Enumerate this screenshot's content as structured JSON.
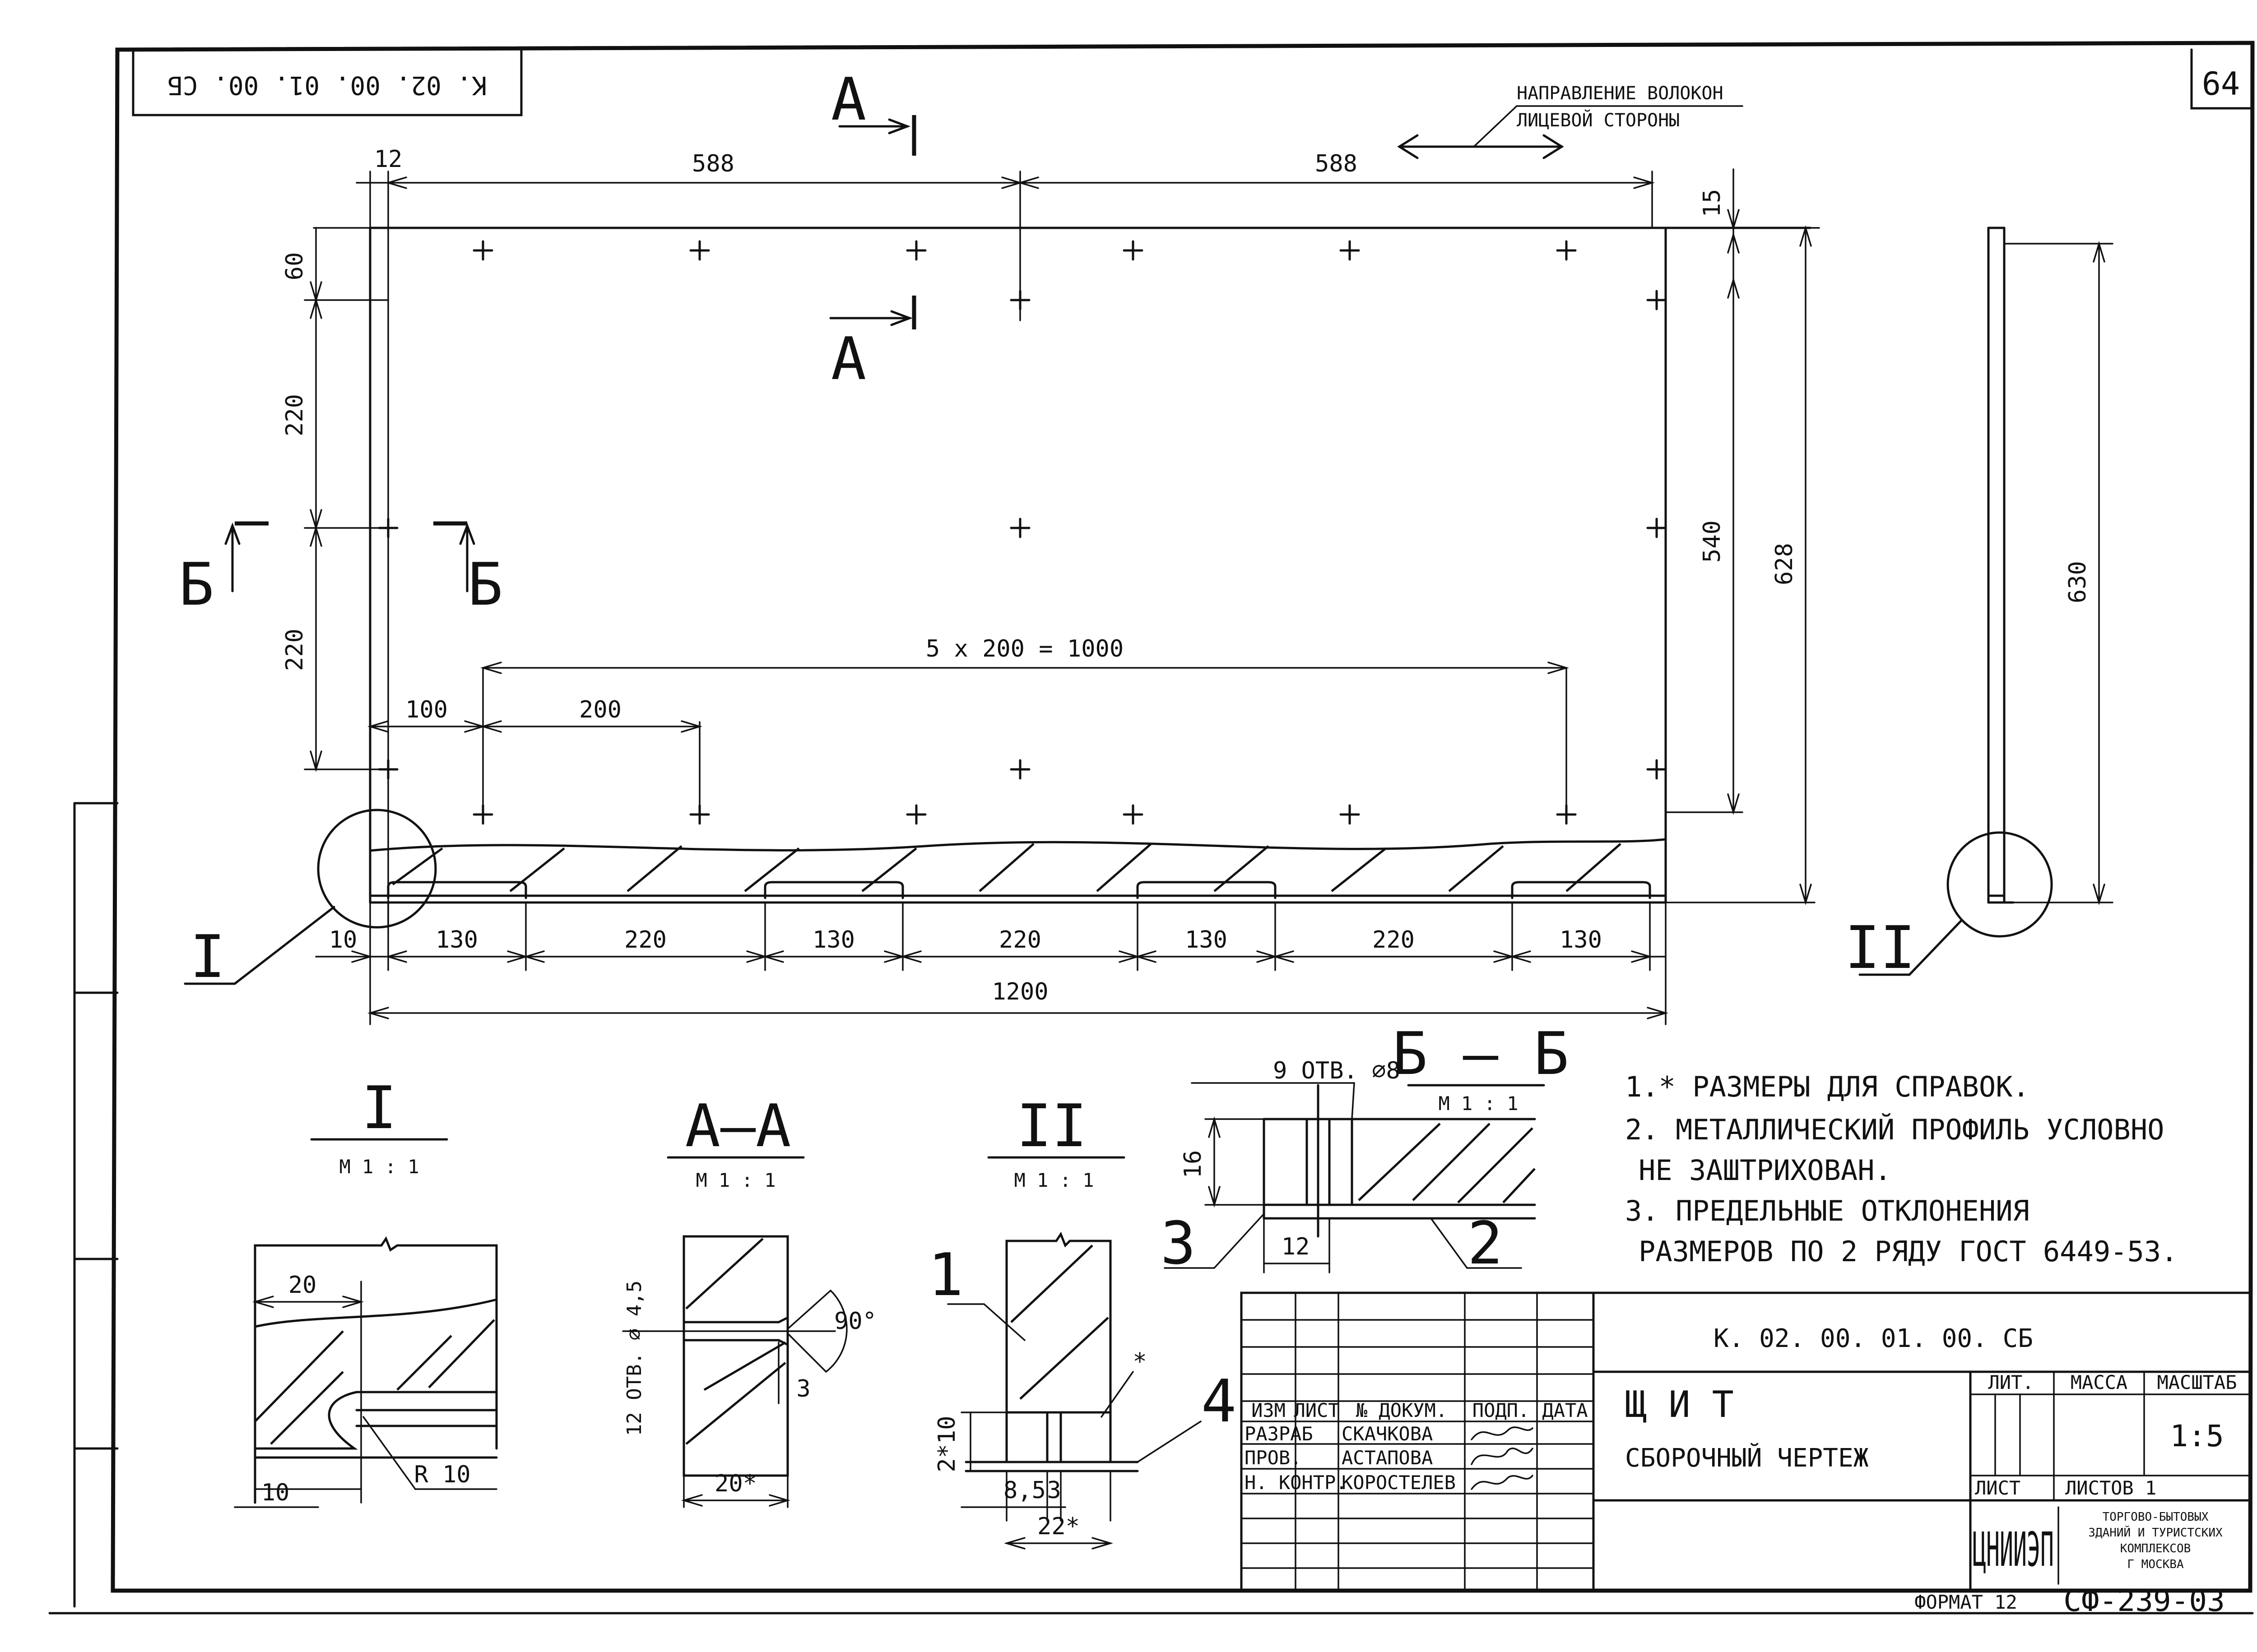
{
  "sheet_number": "64",
  "stamp_code_inverted": "К. 02. 00. 01. 00. СБ",
  "fiber_note_line1": "НАПРАВЛЕНИЕ ВОЛОКОН",
  "fiber_note_line2": "ЛИЦЕВОЙ СТОРОНЫ",
  "section_a": "А",
  "section_b": "Б",
  "view_1": "I",
  "view_2": "II",
  "dims": {
    "d12": "12",
    "d588a": "588",
    "d588b": "588",
    "d15": "15",
    "d60": "60",
    "d220a": "220",
    "d220b": "220",
    "d540": "540",
    "d628": "628",
    "d630": "630",
    "pitch": "5 x 200 = 1000",
    "d100": "100",
    "d200": "200",
    "d10": "10",
    "d1200": "1200",
    "bottom": [
      "130",
      "220",
      "130",
      "220",
      "130",
      "220",
      "130"
    ]
  },
  "detail_1": {
    "title": "I",
    "scale": "М 1 : 1",
    "d20": "20",
    "d10": "10",
    "radius": "R 10"
  },
  "detail_aa": {
    "title": "А–А",
    "scale": "М 1 : 1",
    "holes": "12 ОТВ. ⌀ 4,5",
    "angle": "90°",
    "d3": "3",
    "d20": "20*"
  },
  "detail_2": {
    "title": "II",
    "scale": "М 1 : 1",
    "p1": "1",
    "p4": "4",
    "star": "*",
    "d2x10": "2*10",
    "d85": "8,5",
    "d3": "3",
    "d22": "22*"
  },
  "detail_bb": {
    "title": "Б – Б",
    "scale": "М 1 : 1",
    "holes": "9 ОТВ. ⌀8",
    "d16": "16",
    "d12": "12",
    "p3": "3",
    "p2": "2"
  },
  "notes": [
    "1.* РАЗМЕРЫ ДЛЯ СПРАВОК.",
    "2. МЕТАЛЛИЧЕСКИЙ ПРОФИЛЬ УСЛОВНО",
    "НЕ ЗАШТРИХОВАН.",
    "3. ПРЕДЕЛЬНЫЕ ОТКЛОНЕНИЯ",
    "РАЗМЕРОВ ПО 2 РЯДУ ГОСТ 6449-53."
  ],
  "title_block": {
    "code": "К. 02. 00. 01. 00. СБ",
    "name": "Щ И Т",
    "subtitle": "СБОРОЧНЫЙ ЧЕРТЕЖ",
    "headers": [
      "ИЗМ",
      "ЛИСТ",
      "№ ДОКУМ.",
      "ПОДП.",
      "ДАТА"
    ],
    "rows": [
      {
        "role": "РАЗРАБ",
        "name": "СКАЧКОВА"
      },
      {
        "role": "ПРОВ.",
        "name": "АСТАПОВА"
      },
      {
        "role": "Н. КОНТР.",
        "name": "КОРОСТЕЛЕВ"
      }
    ],
    "lit_label": "ЛИТ.",
    "mass_label": "МАССА",
    "scale_label": "МАСШТАБ",
    "scale_value": "1:5",
    "sheet_label": "ЛИСТ",
    "sheets_label": "ЛИСТОВ 1",
    "org_logo": "ЦНИИЭП",
    "org_lines": [
      "ТОРГОВО-БЫТОВЫХ",
      "ЗДАНИЙ И ТУРИСТСКИХ",
      "КОМПЛЕКСОВ",
      "Г МОСКВА"
    ],
    "format": "ФОРМАТ 12",
    "drawing_no": "СФ-239-03"
  }
}
